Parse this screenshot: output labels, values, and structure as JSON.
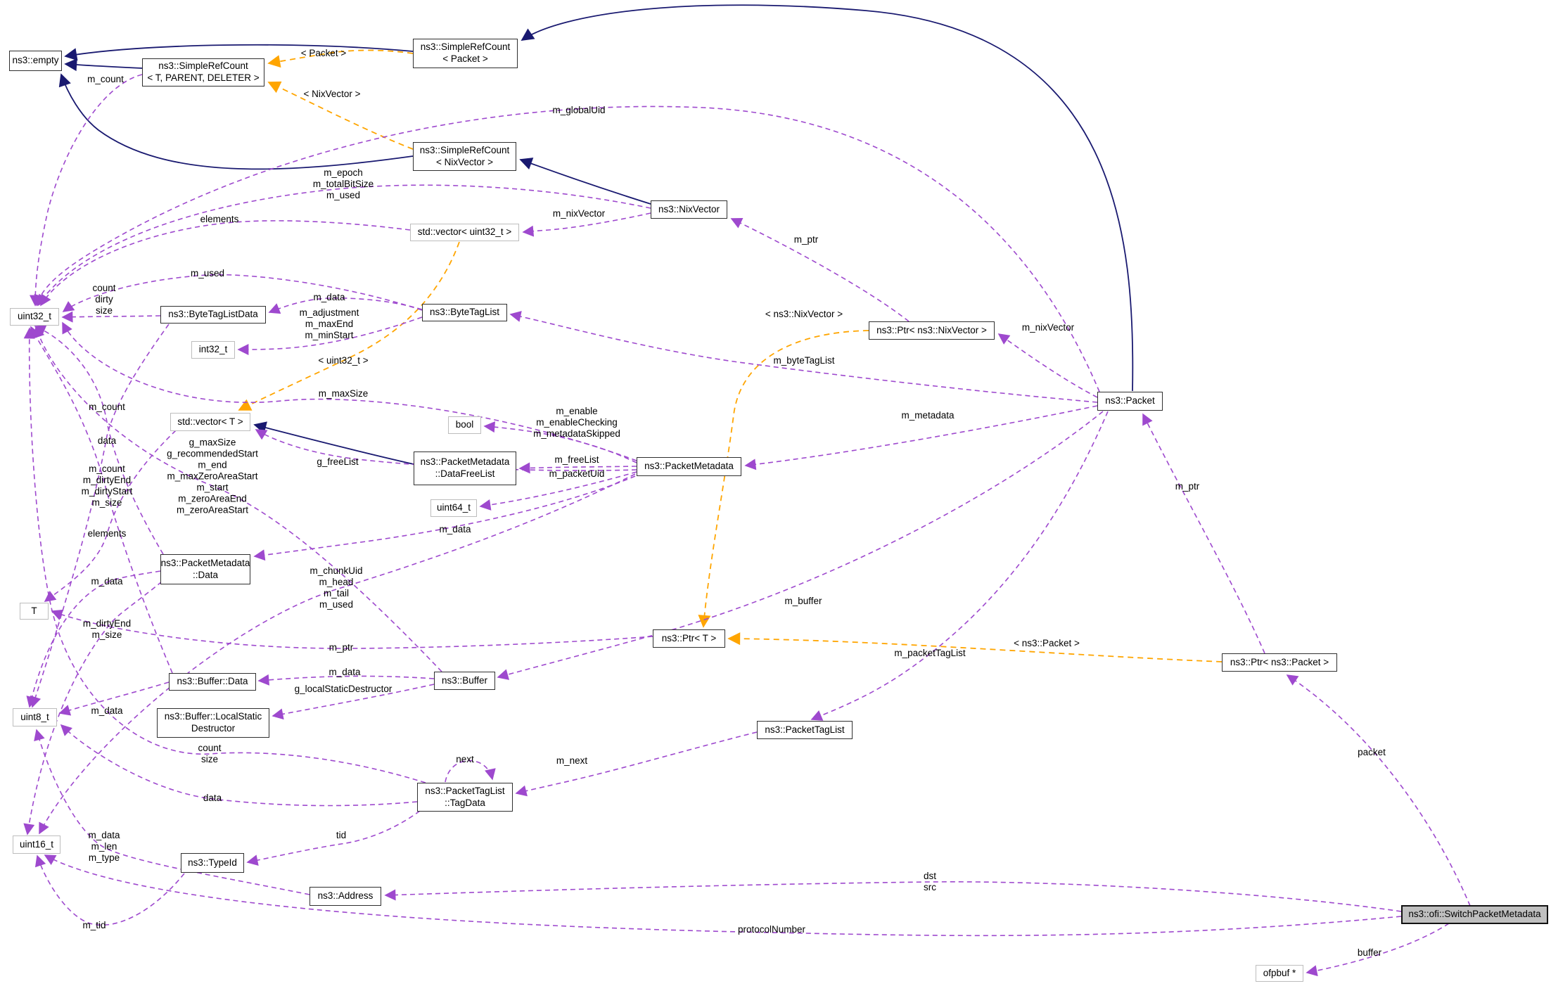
{
  "colors": {
    "inheritance_edge": "#191970",
    "usage_edge": "#9e49ce",
    "template_edge": "#ffa500",
    "highlight_fill": "#bfbfbf",
    "node_border": "#2f2f2f",
    "gray_node_border": "#bdbdbd"
  },
  "nodes": {
    "empty": {
      "label": "ns3::empty"
    },
    "srcTPD": {
      "label": "ns3::SimpleRefCount\n< T, PARENT, DELETER >"
    },
    "srcPacket": {
      "label": "ns3::SimpleRefCount\n< Packet >"
    },
    "srcNixVector": {
      "label": "ns3::SimpleRefCount\n< NixVector >"
    },
    "nixVector": {
      "label": "ns3::NixVector"
    },
    "vecUint32": {
      "label": "std::vector< uint32_t >"
    },
    "uint32": {
      "label": "uint32_t"
    },
    "byteTagListData": {
      "label": "ns3::ByteTagListData"
    },
    "int32": {
      "label": "int32_t"
    },
    "byteTagList": {
      "label": "ns3::ByteTagList"
    },
    "ptrNixVector": {
      "label": "ns3::Ptr< ns3::NixVector >"
    },
    "packet": {
      "label": "ns3::Packet"
    },
    "vecT": {
      "label": "std::vector< T >"
    },
    "bool": {
      "label": "bool"
    },
    "dataFreeList": {
      "label": "ns3::PacketMetadata\n::DataFreeList"
    },
    "packetMetadata": {
      "label": "ns3::PacketMetadata"
    },
    "uint64": {
      "label": "uint64_t"
    },
    "pmData": {
      "label": "ns3::PacketMetadata\n::Data"
    },
    "T": {
      "label": "T"
    },
    "ptrT": {
      "label": "ns3::Ptr< T >"
    },
    "bufferData": {
      "label": "ns3::Buffer::Data"
    },
    "buffer": {
      "label": "ns3::Buffer"
    },
    "localStatic": {
      "label": "ns3::Buffer::LocalStatic\nDestructor"
    },
    "uint8": {
      "label": "uint8_t"
    },
    "packetTagList": {
      "label": "ns3::PacketTagList"
    },
    "tagData": {
      "label": "ns3::PacketTagList\n::TagData"
    },
    "uint16": {
      "label": "uint16_t"
    },
    "typeId": {
      "label": "ns3::TypeId"
    },
    "address": {
      "label": "ns3::Address"
    },
    "spm": {
      "label": "ns3::ofi::SwitchPacketMetadata"
    },
    "ofpbuf": {
      "label": "ofpbuf *"
    },
    "ptrPacket": {
      "label": "ns3::Ptr< ns3::Packet >"
    }
  },
  "edge_labels": {
    "m_count_top": {
      "text": "m_count"
    },
    "tmpl_packet": {
      "text": "< Packet >"
    },
    "tmpl_nixvector": {
      "text": "< NixVector >"
    },
    "m_globalUid": {
      "text": "m_globalUid"
    },
    "m_epoch_blk": {
      "text": "m_epoch\nm_totalBitSize\nm_used"
    },
    "elements_top": {
      "text": "elements"
    },
    "m_nixVector_top": {
      "text": "m_nixVector"
    },
    "m_ptr_nix": {
      "text": "m_ptr"
    },
    "m_used": {
      "text": "m_used"
    },
    "count_dirty_size": {
      "text": "count\ndirty\nsize"
    },
    "m_data_btld": {
      "text": "m_data"
    },
    "m_adjust_blk": {
      "text": "m_adjustment\nm_maxEnd\nm_minStart"
    },
    "tmpl_uint32": {
      "text": "< uint32_t >"
    },
    "tmpl_ns3nix": {
      "text": "< ns3::NixVector >"
    },
    "m_nixVector_right": {
      "text": "m_nixVector"
    },
    "m_byteTagList": {
      "text": "m_byteTagList"
    },
    "m_maxSize": {
      "text": "m_maxSize"
    },
    "m_enable_blk": {
      "text": "m_enable\nm_enableChecking\nm_metadataSkipped"
    },
    "m_metadata": {
      "text": "m_metadata"
    },
    "m_count_mid": {
      "text": "m_count"
    },
    "data_mid": {
      "text": "data"
    },
    "m_count_blk": {
      "text": "m_count\nm_dirtyEnd\nm_dirtyStart\nm_size"
    },
    "g_maxSize_blk": {
      "text": "g_maxSize\ng_recommendedStart\nm_end\nm_maxZeroAreaStart\nm_start\nm_zeroAreaEnd\nm_zeroAreaStart"
    },
    "g_freeList": {
      "text": "g_freeList"
    },
    "m_freeList": {
      "text": "m_freeList"
    },
    "m_packetUid": {
      "text": "m_packetUid"
    },
    "m_data_pm": {
      "text": "m_data"
    },
    "elements_low": {
      "text": "elements"
    },
    "m_data_pmd": {
      "text": "m_data"
    },
    "m_chunk_blk": {
      "text": "m_chunkUid\nm_head\nm_tail\nm_used"
    },
    "m_dirty_blk": {
      "text": "m_dirtyEnd\nm_size"
    },
    "m_ptr_left": {
      "text": "m_ptr"
    },
    "m_buffer": {
      "text": "m_buffer"
    },
    "m_packetTagList": {
      "text": "m_packetTagList"
    },
    "tmpl_ns3packet": {
      "text": "< ns3::Packet >"
    },
    "m_ptr_right": {
      "text": "m_ptr"
    },
    "m_data_buf": {
      "text": "m_data"
    },
    "g_localStatic": {
      "text": "g_localStaticDestructor"
    },
    "m_data_u8": {
      "text": "m_data"
    },
    "count_size": {
      "text": "count\nsize"
    },
    "next": {
      "text": "next"
    },
    "m_next": {
      "text": "m_next"
    },
    "data_low": {
      "text": "data"
    },
    "tid": {
      "text": "tid"
    },
    "m_data_addr_blk": {
      "text": "m_data\nm_len\nm_type"
    },
    "dst_src": {
      "text": "dst\nsrc"
    },
    "m_tid": {
      "text": "m_tid"
    },
    "protocolNumber": {
      "text": "protocolNumber"
    },
    "packet_lbl": {
      "text": "packet"
    },
    "buffer_lbl": {
      "text": "buffer"
    }
  }
}
